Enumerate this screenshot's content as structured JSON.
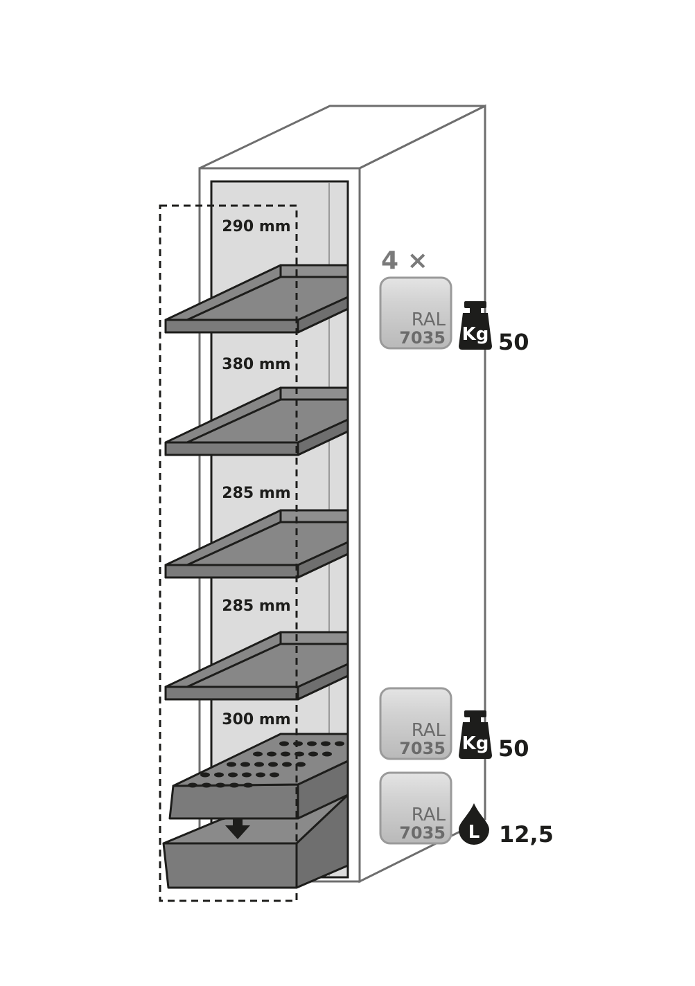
{
  "dimensions": [
    "290 mm",
    "380 mm",
    "285 mm",
    "285 mm",
    "300 mm"
  ],
  "quantity": "4 ×",
  "ral_label": "RAL",
  "ral_code": "7035",
  "weight_icon_label": "Kg",
  "liquid_icon_label": "L",
  "shelf_load": "50",
  "sump_load": "50",
  "sump_volume": "12,5",
  "colors": {
    "outline": "#1d1d1b",
    "cabinet_edge": "#6e6e6e",
    "interior": "#dcdcdc",
    "shelf_top": "#878787",
    "shelf_front": "#7b7b7b",
    "swatch_gray": "#c8c8c8"
  }
}
